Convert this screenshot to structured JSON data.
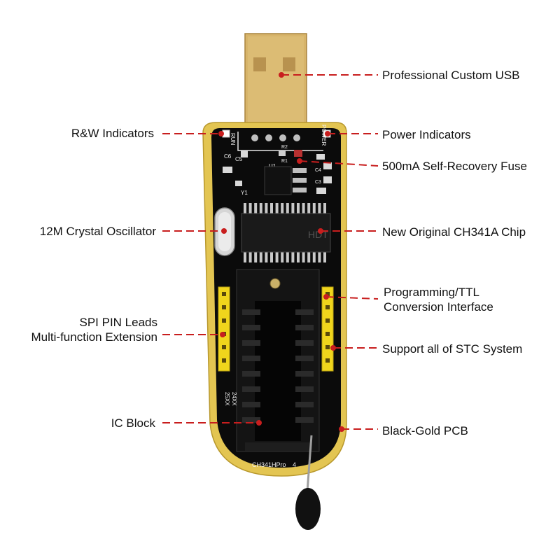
{
  "colors": {
    "leader": "#c81e1e",
    "dot": "#c81e1e",
    "pcb_black": "#0b0b0b",
    "gold": "#e3c552",
    "usb_gold": "#d7b46a",
    "header_yellow": "#f0d51c",
    "text": "#111111"
  },
  "callouts": {
    "usb": "Professional Custom USB",
    "power_indicators": "Power Indicators",
    "fuse": "500mA Self-Recovery Fuse",
    "chip": "New Original CH341A Chip",
    "programming_line1": "Programming/TTL",
    "programming_line2": "Conversion Interface",
    "stc": "Support all of STC System",
    "pcb": "Black-Gold PCB",
    "rw_indicators": "R&W Indicators",
    "crystal": "12M Crystal Oscillator",
    "spi_line1": "SPI PIN Leads",
    "spi_line2": "Multi-function Extension",
    "ic_block": "IC Block"
  },
  "silkscreen": {
    "run": "RUN",
    "power": "POWER",
    "c5": "C5",
    "c6": "C6",
    "r1": "R1",
    "r2": "R2",
    "u1": "U1",
    "y1": "Y1",
    "c4": "C4",
    "c3": "C3",
    "chip_marking": "HDT",
    "model": "CH341HPro",
    "rev": "4",
    "series_25": "25XX",
    "series_24": "24XX"
  }
}
